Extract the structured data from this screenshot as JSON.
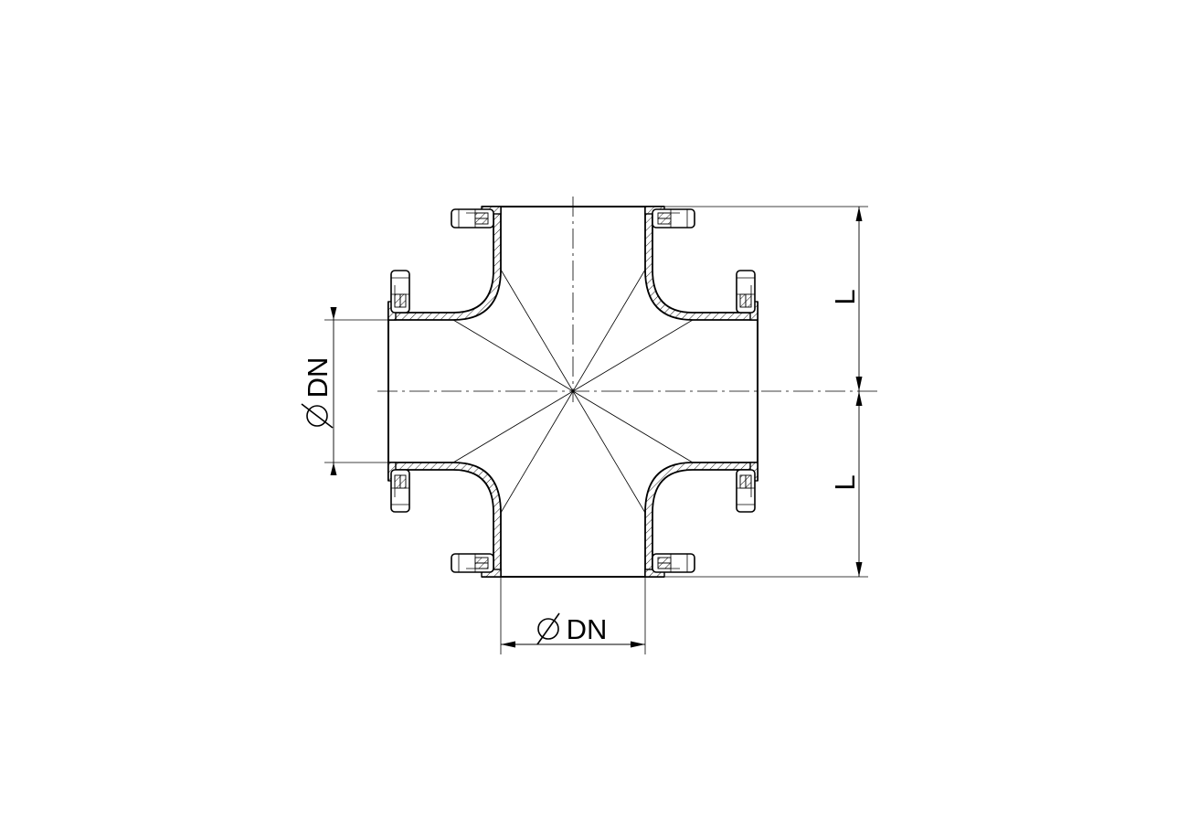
{
  "diagram": {
    "dimensions": {
      "top_length_label": "L",
      "bottom_length_label": "L",
      "left_diameter_label": "DN",
      "bottom_diameter_label": "DN",
      "diameter_symbol": "⌀"
    }
  }
}
